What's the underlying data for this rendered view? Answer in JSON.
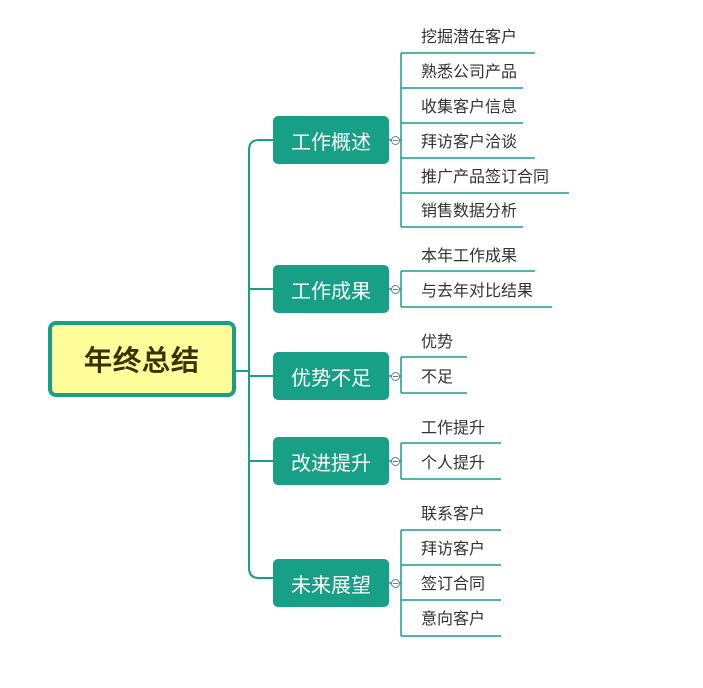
{
  "root": {
    "label": "年终总结"
  },
  "branches": [
    {
      "label": "工作概述",
      "items": [
        "挖掘潜在客户",
        "熟悉公司产品",
        "收集客户信息",
        "拜访客户洽谈",
        "推广产品签订合同",
        "销售数据分析"
      ]
    },
    {
      "label": "工作成果",
      "items": [
        "本年工作成果",
        "与去年对比结果"
      ]
    },
    {
      "label": "优势不足",
      "items": [
        "优势",
        "不足"
      ]
    },
    {
      "label": "改进提升",
      "items": [
        "工作提升",
        "个人提升"
      ]
    },
    {
      "label": "未来展望",
      "items": [
        "联系客户",
        "拜访客户",
        "签订合同",
        "意向客户"
      ]
    }
  ],
  "colors": {
    "accent": "#17a085",
    "root_fill": "#fffe9a",
    "root_text": "#3a3000",
    "leaf_text": "#333333"
  }
}
